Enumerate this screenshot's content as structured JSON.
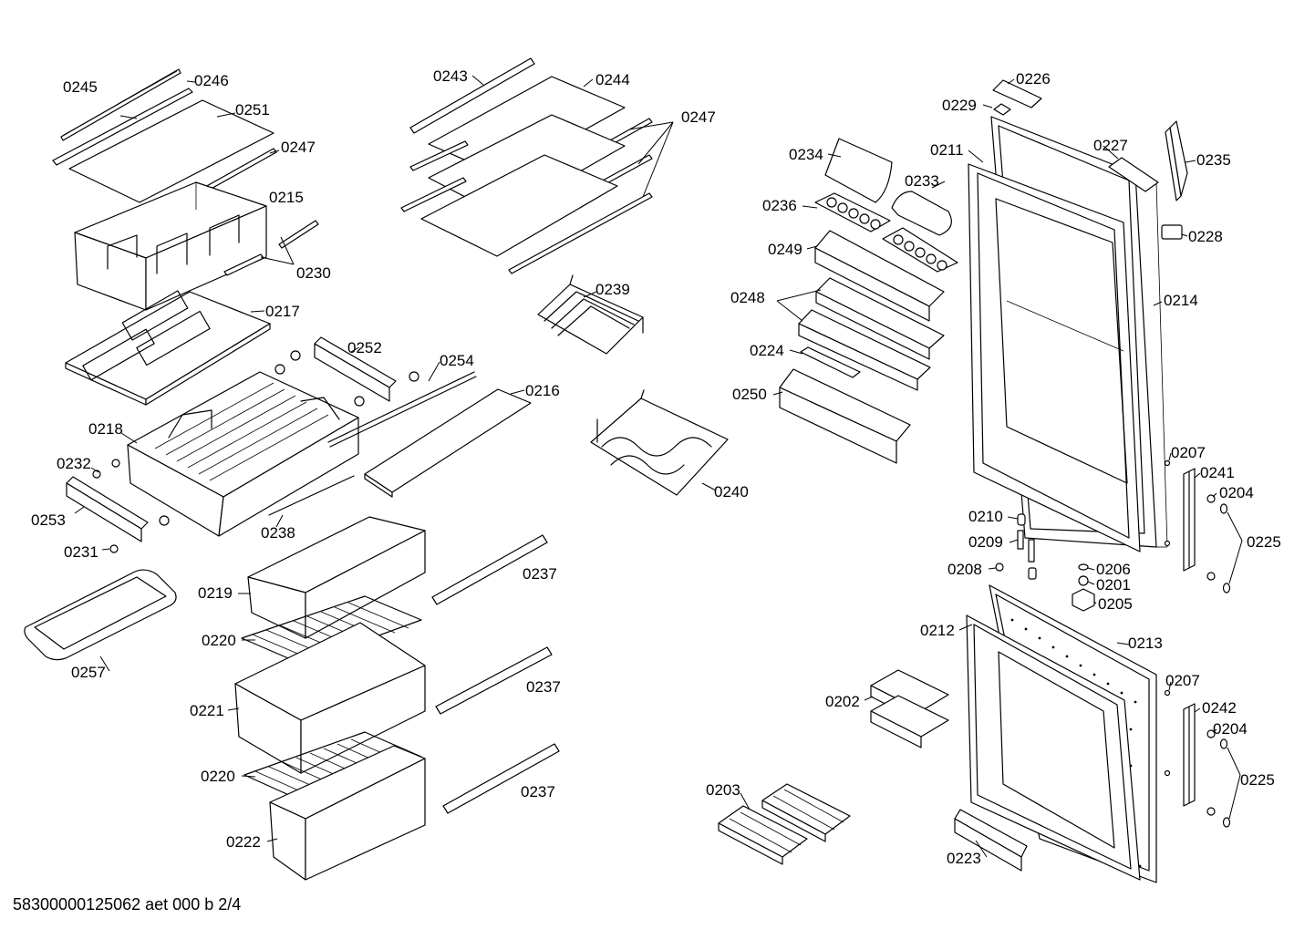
{
  "footer": "58300000125062 aet 000 b 2/4",
  "labels": {
    "p0201": "0201",
    "p0202": "0202",
    "p0203": "0203",
    "p0204a": "0204",
    "p0204b": "0204",
    "p0205": "0205",
    "p0206": "0206",
    "p0207a": "0207",
    "p0207b": "0207",
    "p0208": "0208",
    "p0209": "0209",
    "p0210": "0210",
    "p0211": "0211",
    "p0212": "0212",
    "p0213": "0213",
    "p0214": "0214",
    "p0215": "0215",
    "p0216": "0216",
    "p0217": "0217",
    "p0218": "0218",
    "p0219": "0219",
    "p0220a": "0220",
    "p0220b": "0220",
    "p0221": "0221",
    "p0222": "0222",
    "p0223": "0223",
    "p0224": "0224",
    "p0225a": "0225",
    "p0225b": "0225",
    "p0226": "0226",
    "p0227": "0227",
    "p0228": "0228",
    "p0229": "0229",
    "p0230": "0230",
    "p0231": "0231",
    "p0232": "0232",
    "p0233": "0233",
    "p0234": "0234",
    "p0235": "0235",
    "p0236": "0236",
    "p0237a": "0237",
    "p0237b": "0237",
    "p0237c": "0237",
    "p0238": "0238",
    "p0239": "0239",
    "p0240": "0240",
    "p0241": "0241",
    "p0242": "0242",
    "p0243": "0243",
    "p0244": "0244",
    "p0245": "0245",
    "p0246": "0246",
    "p0247a": "0247",
    "p0247b": "0247",
    "p0248": "0248",
    "p0249": "0249",
    "p0250": "0250",
    "p0251": "0251",
    "p0252": "0252",
    "p0253": "0253",
    "p0254": "0254",
    "p0257": "0257"
  }
}
